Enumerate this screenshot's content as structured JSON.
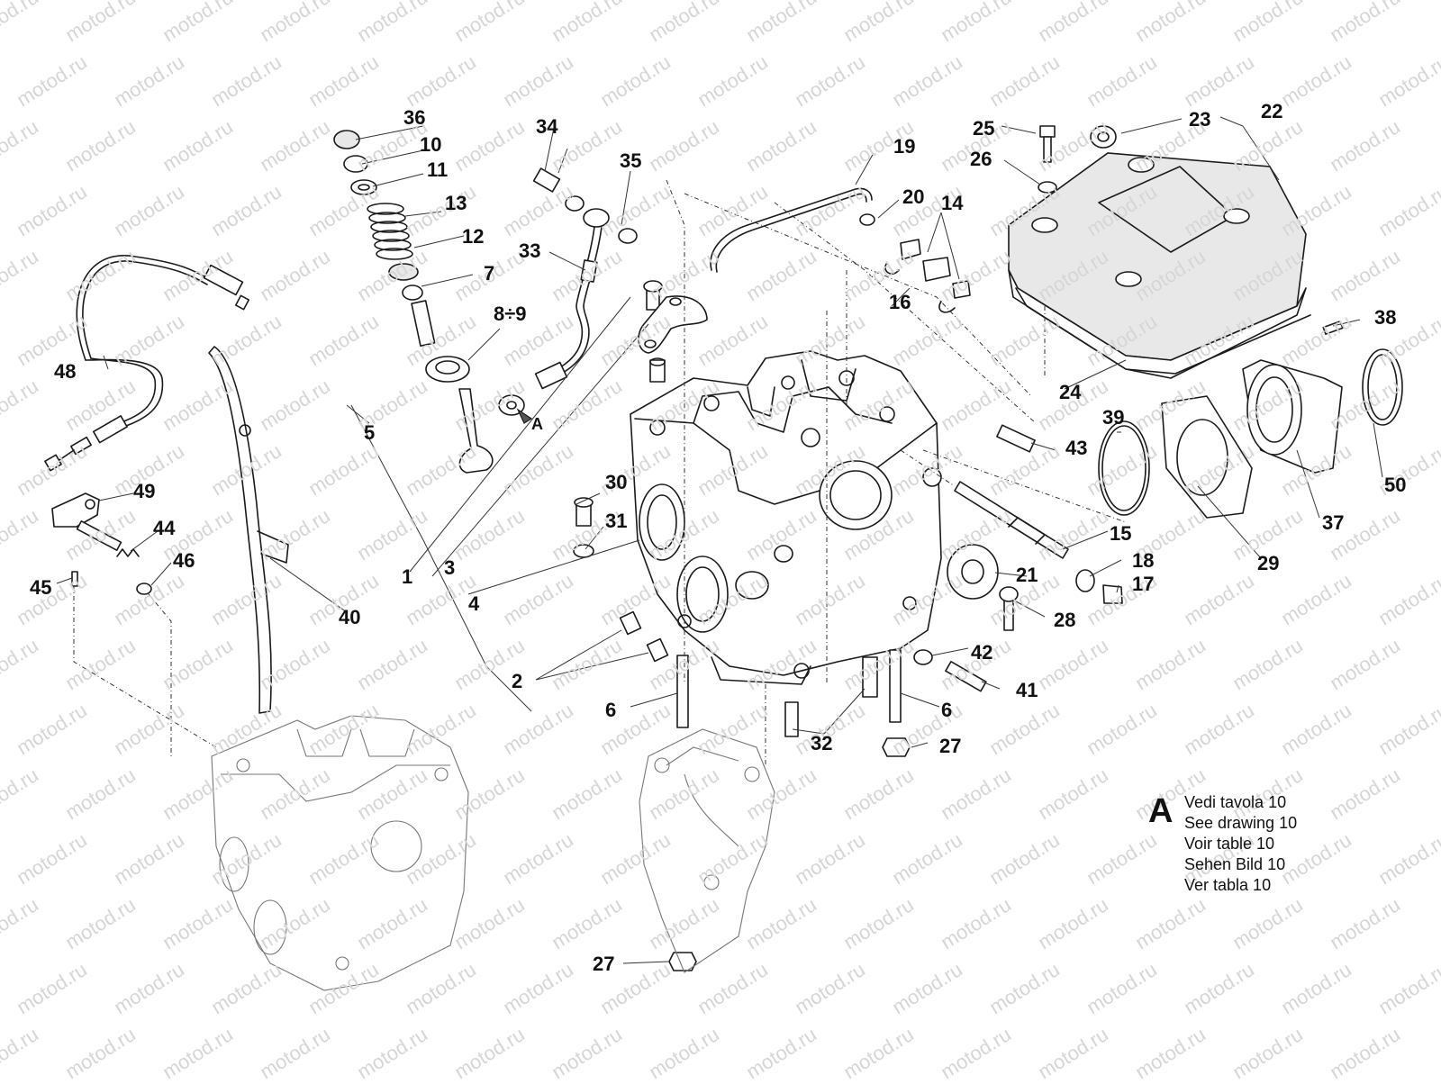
{
  "watermark": "motod.ru",
  "callouts": [
    {
      "id": "1",
      "text": "1"
    },
    {
      "id": "2",
      "text": "2"
    },
    {
      "id": "3",
      "text": "3"
    },
    {
      "id": "4",
      "text": "4"
    },
    {
      "id": "5",
      "text": "5"
    },
    {
      "id": "6a",
      "text": "6"
    },
    {
      "id": "6b",
      "text": "6"
    },
    {
      "id": "7",
      "text": "7"
    },
    {
      "id": "8-9",
      "text": "8÷9"
    },
    {
      "id": "10",
      "text": "10"
    },
    {
      "id": "11",
      "text": "11"
    },
    {
      "id": "12",
      "text": "12"
    },
    {
      "id": "13",
      "text": "13"
    },
    {
      "id": "14",
      "text": "14"
    },
    {
      "id": "15",
      "text": "15"
    },
    {
      "id": "16",
      "text": "16"
    },
    {
      "id": "17",
      "text": "17"
    },
    {
      "id": "18",
      "text": "18"
    },
    {
      "id": "19",
      "text": "19"
    },
    {
      "id": "20",
      "text": "20"
    },
    {
      "id": "21",
      "text": "21"
    },
    {
      "id": "22",
      "text": "22"
    },
    {
      "id": "23",
      "text": "23"
    },
    {
      "id": "24",
      "text": "24"
    },
    {
      "id": "25",
      "text": "25"
    },
    {
      "id": "26",
      "text": "26"
    },
    {
      "id": "27a",
      "text": "27"
    },
    {
      "id": "27b",
      "text": "27"
    },
    {
      "id": "28",
      "text": "28"
    },
    {
      "id": "29",
      "text": "29"
    },
    {
      "id": "30",
      "text": "30"
    },
    {
      "id": "31",
      "text": "31"
    },
    {
      "id": "32",
      "text": "32"
    },
    {
      "id": "33",
      "text": "33"
    },
    {
      "id": "34",
      "text": "34"
    },
    {
      "id": "35",
      "text": "35"
    },
    {
      "id": "36",
      "text": "36"
    },
    {
      "id": "37",
      "text": "37"
    },
    {
      "id": "38",
      "text": "38"
    },
    {
      "id": "39",
      "text": "39"
    },
    {
      "id": "40",
      "text": "40"
    },
    {
      "id": "41",
      "text": "41"
    },
    {
      "id": "42",
      "text": "42"
    },
    {
      "id": "43",
      "text": "43"
    },
    {
      "id": "44",
      "text": "44"
    },
    {
      "id": "45",
      "text": "45"
    },
    {
      "id": "46",
      "text": "46"
    },
    {
      "id": "48",
      "text": "48"
    },
    {
      "id": "49",
      "text": "49"
    },
    {
      "id": "50",
      "text": "50"
    },
    {
      "id": "A-ref",
      "text": "A"
    }
  ],
  "legend": {
    "letter": "A",
    "lines": [
      "Vedi tavola 10",
      "See drawing 10",
      "Voir table 10",
      "Sehen Bild 10",
      "Ver tabla 10"
    ]
  }
}
